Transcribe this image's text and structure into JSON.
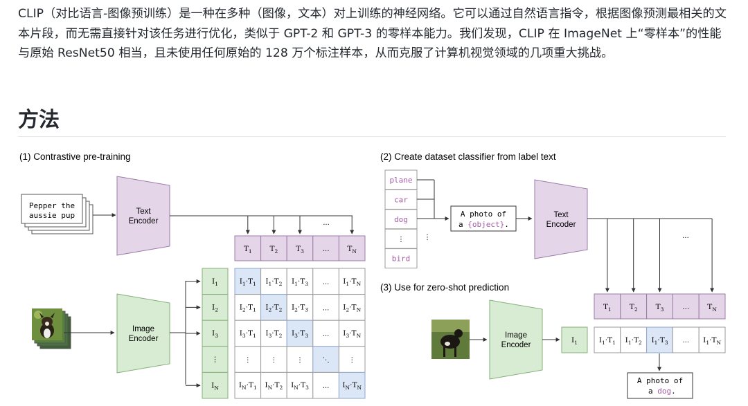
{
  "intro": {
    "paragraph": "CLIP（对比语言-图像预训练）是一种在多种（图像，文本）对上训练的神经网络。它可以通过自然语言指令，根据图像预测最相关的文本片段，而无需直接针对该任务进行优化，类似于 GPT-2 和 GPT-3 的零样本能力。我们发现，CLIP 在 ImageNet 上“零样本”的性能与原始 ResNet50 相当，且未使用任何原始的 128 万个标注样本，从而克服了计算机视觉领域的几项重大挑战。"
  },
  "section": {
    "title": "方法"
  },
  "figure": {
    "panel1": {
      "caption": "(1) Contrastive pre-training",
      "text_card": [
        "Pepper the",
        "aussie pup"
      ],
      "text_encoder": [
        "Text",
        "Encoder"
      ],
      "image_encoder": [
        "Image",
        "Encoder"
      ],
      "text_embeddings": [
        {
          "main": "T",
          "sub": "1"
        },
        {
          "main": "T",
          "sub": "2"
        },
        {
          "main": "T",
          "sub": "3"
        },
        {
          "main": "...",
          "sub": ""
        },
        {
          "main": "T",
          "sub": "N"
        }
      ],
      "image_embeddings": [
        {
          "main": "I",
          "sub": "1"
        },
        {
          "main": "I",
          "sub": "2"
        },
        {
          "main": "I",
          "sub": "3"
        },
        {
          "main": "⋮",
          "sub": ""
        },
        {
          "main": "I",
          "sub": "N"
        }
      ],
      "matrix": [
        [
          {
            "a": "I",
            "as": "1",
            "b": "T",
            "bs": "1"
          },
          {
            "a": "I",
            "as": "1",
            "b": "T",
            "bs": "2"
          },
          {
            "a": "I",
            "as": "1",
            "b": "T",
            "bs": "3"
          },
          {
            "dots": "..."
          },
          {
            "a": "I",
            "as": "1",
            "b": "T",
            "bs": "N"
          }
        ],
        [
          {
            "a": "I",
            "as": "2",
            "b": "T",
            "bs": "1"
          },
          {
            "a": "I",
            "as": "2",
            "b": "T",
            "bs": "2"
          },
          {
            "a": "I",
            "as": "2",
            "b": "T",
            "bs": "3"
          },
          {
            "dots": "..."
          },
          {
            "a": "I",
            "as": "2",
            "b": "T",
            "bs": "N"
          }
        ],
        [
          {
            "a": "I",
            "as": "3",
            "b": "T",
            "bs": "1"
          },
          {
            "a": "I",
            "as": "3",
            "b": "T",
            "bs": "2"
          },
          {
            "a": "I",
            "as": "3",
            "b": "T",
            "bs": "3"
          },
          {
            "dots": "..."
          },
          {
            "a": "I",
            "as": "3",
            "b": "T",
            "bs": "N"
          }
        ],
        [
          {
            "dots": "⋮"
          },
          {
            "dots": "⋮"
          },
          {
            "dots": "⋮"
          },
          {
            "dots": "⋱"
          },
          {
            "dots": "⋮"
          }
        ],
        [
          {
            "a": "I",
            "as": "N",
            "b": "T",
            "bs": "1"
          },
          {
            "a": "I",
            "as": "N",
            "b": "T",
            "bs": "2"
          },
          {
            "a": "I",
            "as": "N",
            "b": "T",
            "bs": "3"
          },
          {
            "dots": "..."
          },
          {
            "a": "I",
            "as": "N",
            "b": "T",
            "bs": "N"
          }
        ]
      ],
      "top_dots": "..."
    },
    "panel2": {
      "caption": "(2) Create dataset classifier from label text",
      "labels": [
        "plane",
        "car",
        "dog",
        "⋮",
        "bird"
      ],
      "side_dots": "⋮",
      "prompt_prefix_1": "A photo of",
      "prompt_prefix_2": "a ",
      "prompt_object": "{object}",
      "prompt_suffix": ".",
      "text_encoder": [
        "Text",
        "Encoder"
      ],
      "top_dots": "..."
    },
    "panel3": {
      "caption": "(3) Use for zero-shot prediction",
      "image_encoder": [
        "Image",
        "Encoder"
      ],
      "image_embedding": {
        "main": "I",
        "sub": "1"
      },
      "text_embeddings": [
        {
          "main": "T",
          "sub": "1"
        },
        {
          "main": "T",
          "sub": "2"
        },
        {
          "main": "T",
          "sub": "3"
        },
        {
          "main": "...",
          "sub": ""
        },
        {
          "main": "T",
          "sub": "N"
        }
      ],
      "scores": [
        {
          "a": "I",
          "as": "1",
          "b": "T",
          "bs": "1"
        },
        {
          "a": "I",
          "as": "1",
          "b": "T",
          "bs": "2"
        },
        {
          "a": "I",
          "as": "1",
          "b": "T",
          "bs": "3"
        },
        {
          "dots": "..."
        },
        {
          "a": "I",
          "as": "1",
          "b": "T",
          "bs": "N"
        }
      ],
      "result_line1": "A photo of",
      "result_prefix": "a ",
      "result_word": "dog",
      "result_suffix": "."
    },
    "colors": {
      "purple_fill": "#e4d5e9",
      "purple_stroke": "#9b7ba6",
      "green_fill": "#d8ebd3",
      "green_stroke": "#86b07a",
      "blue_fill": "#dbe6f6",
      "blue_stroke": "#8fa7cf",
      "label_purple": "#a45ea4"
    }
  }
}
